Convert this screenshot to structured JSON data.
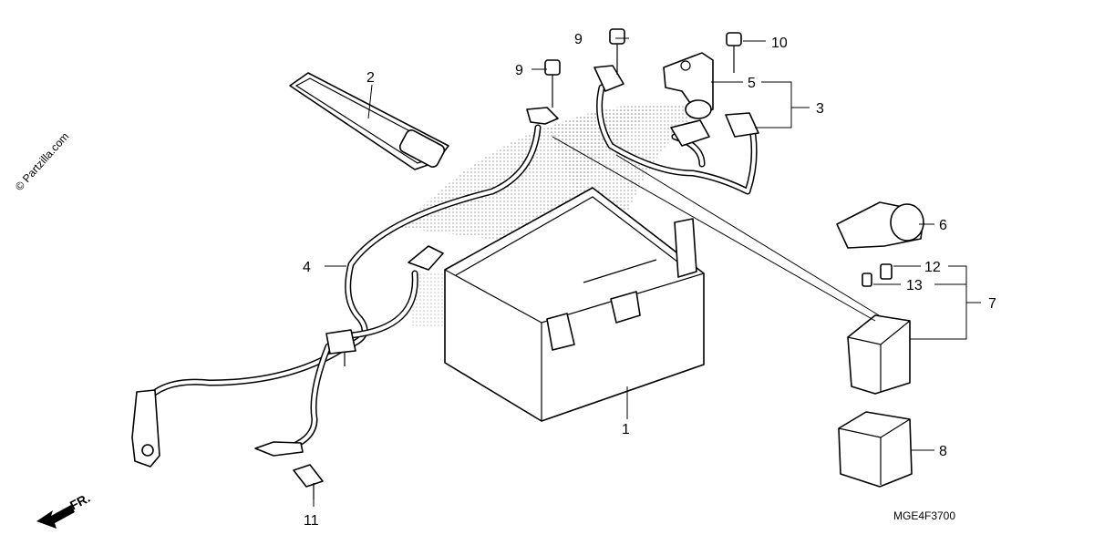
{
  "watermark": "© Partzilla.com",
  "direction_label": "FR.",
  "diagram_code": "MGE4F3700",
  "callouts": {
    "c1": "1",
    "c2": "2",
    "c3": "3",
    "c4": "4",
    "c5": "5",
    "c6": "6",
    "c7": "7",
    "c8": "8",
    "c9a": "9",
    "c9b": "9",
    "c10": "10",
    "c11": "11",
    "c12": "12",
    "c13": "13"
  }
}
